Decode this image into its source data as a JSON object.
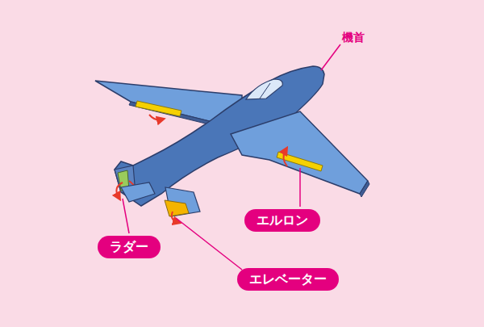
{
  "diagram": {
    "nodes": [
      {
        "text": [
          "エルロン"
        ]
      },
      {
        "text": [
          "ラダー"
        ]
      },
      {
        "text": [
          "エレベーター"
        ]
      }
    ],
    "labels": [
      "機首"
    ]
  }
}
